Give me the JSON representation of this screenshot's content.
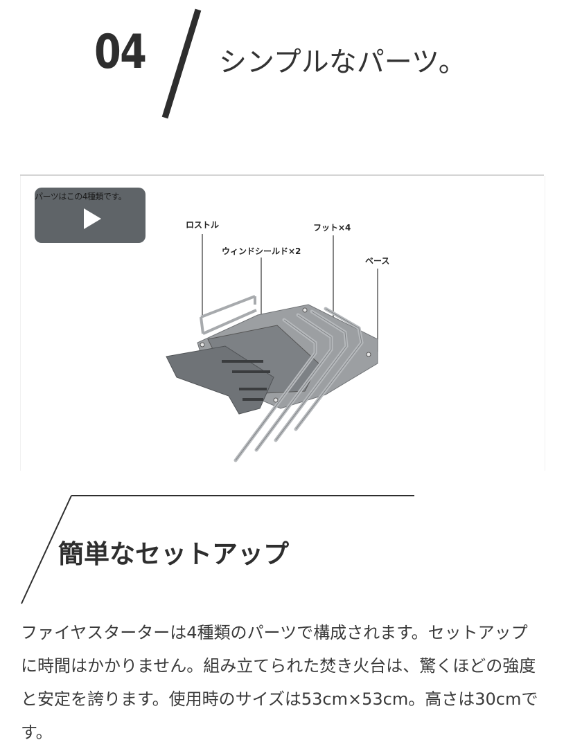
{
  "header": {
    "number": "04",
    "title": "シンプルなパーツ。"
  },
  "figure": {
    "video_caption": "パーツはこの4種類です。",
    "labels": {
      "rostoru": "ロストル",
      "foot": "フット×4",
      "windshield": "ウィンドシールド×2",
      "base": "ベース"
    }
  },
  "section": {
    "title": "簡単なセットアップ",
    "body": "ファイヤスターターは4種類のパーツで構成されます。セットアップに時間はかかりません。組み立てられた焚き火台は、驚くほどの強度と安定を誇ります。使用時のサイズは53cm×53cm。高さは30cmです。"
  }
}
